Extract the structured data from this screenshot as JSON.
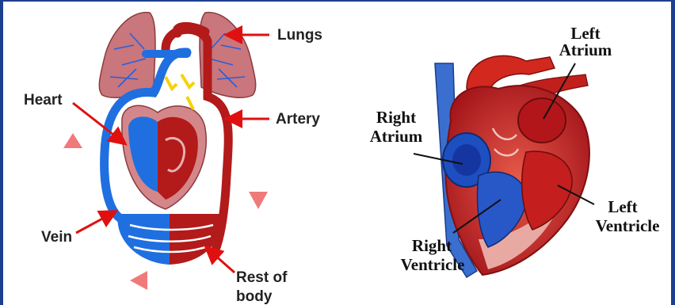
{
  "colors": {
    "frame": "#1d3f8f",
    "artery": "#b31a1a",
    "vein": "#1f6fe0",
    "lung": "#c9767c",
    "pointer": "#e01010",
    "flow_arrow": "#f07a7a"
  },
  "circulation_diagram": {
    "labels": {
      "lungs": "Lungs",
      "heart": "Heart",
      "artery": "Artery",
      "vein": "Vein",
      "rest_line1": "Rest of",
      "rest_line2": "body"
    }
  },
  "heart_anatomy": {
    "labels": {
      "left_atrium_line1": "Left",
      "left_atrium_line2": "Atrium",
      "right_atrium_line1": "Right",
      "right_atrium_line2": "Atrium",
      "left_ventricle_line1": "Left",
      "left_ventricle_line2": "Ventricle",
      "right_ventricle_line1": "Right",
      "right_ventricle_line2": "Ventricle"
    }
  }
}
